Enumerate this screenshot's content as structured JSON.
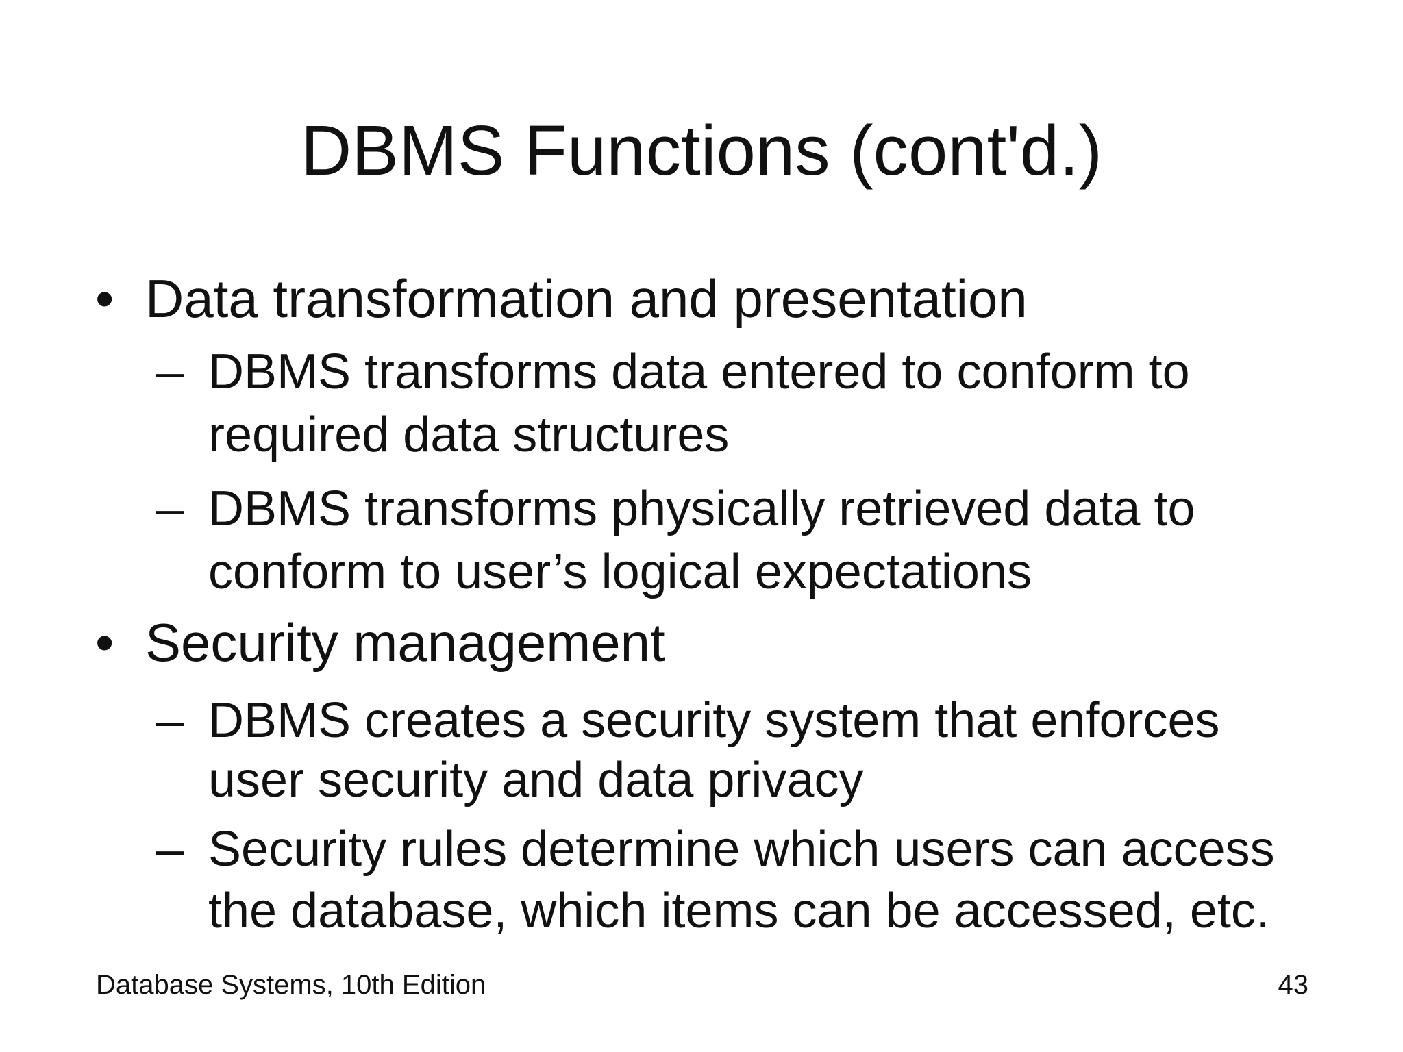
{
  "slide": {
    "title": "DBMS Functions (cont'd.)",
    "bullets": [
      {
        "marker": "•",
        "text": "Data transformation and presentation",
        "subs": [
          {
            "marker": "–",
            "lines": [
              "DBMS transforms data entered to conform to",
              "required data structures"
            ]
          },
          {
            "marker": "–",
            "lines": [
              "DBMS transforms physically retrieved data to",
              "conform to user’s logical expectations"
            ]
          }
        ]
      },
      {
        "marker": "•",
        "text": "Security management",
        "subs": [
          {
            "marker": "–",
            "lines": [
              "DBMS creates a security system that enforces",
              "user security and data privacy"
            ]
          },
          {
            "marker": "–",
            "lines": [
              "Security rules determine which users can access",
              "the database, which items can be accessed, etc."
            ]
          }
        ]
      }
    ],
    "footer": {
      "left_text": "Database Systems, 10th Edition",
      "page_number": "43"
    },
    "colors": {
      "background": "#ffffff",
      "text": "#111111"
    }
  }
}
